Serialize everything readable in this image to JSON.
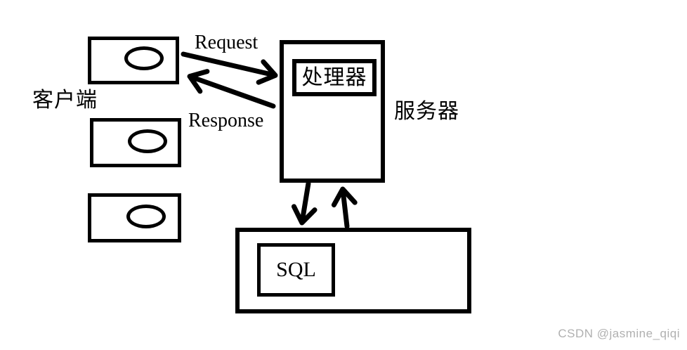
{
  "diagram": {
    "type": "client-server-architecture",
    "nodes": {
      "client_label": "客户端",
      "server_label": "服务器",
      "processor_label": "处理器",
      "sql_label": "SQL",
      "client_count": 3
    },
    "edges": {
      "request_label": "Request",
      "response_label": "Response",
      "server_db_links": [
        "server-to-db-arrow",
        "db-to-server-arrow"
      ]
    },
    "colors": {
      "stroke": "#000000",
      "background": "#ffffff",
      "watermark": "#b0b0b0"
    }
  },
  "watermark": "CSDN @jasmine_qiqi"
}
